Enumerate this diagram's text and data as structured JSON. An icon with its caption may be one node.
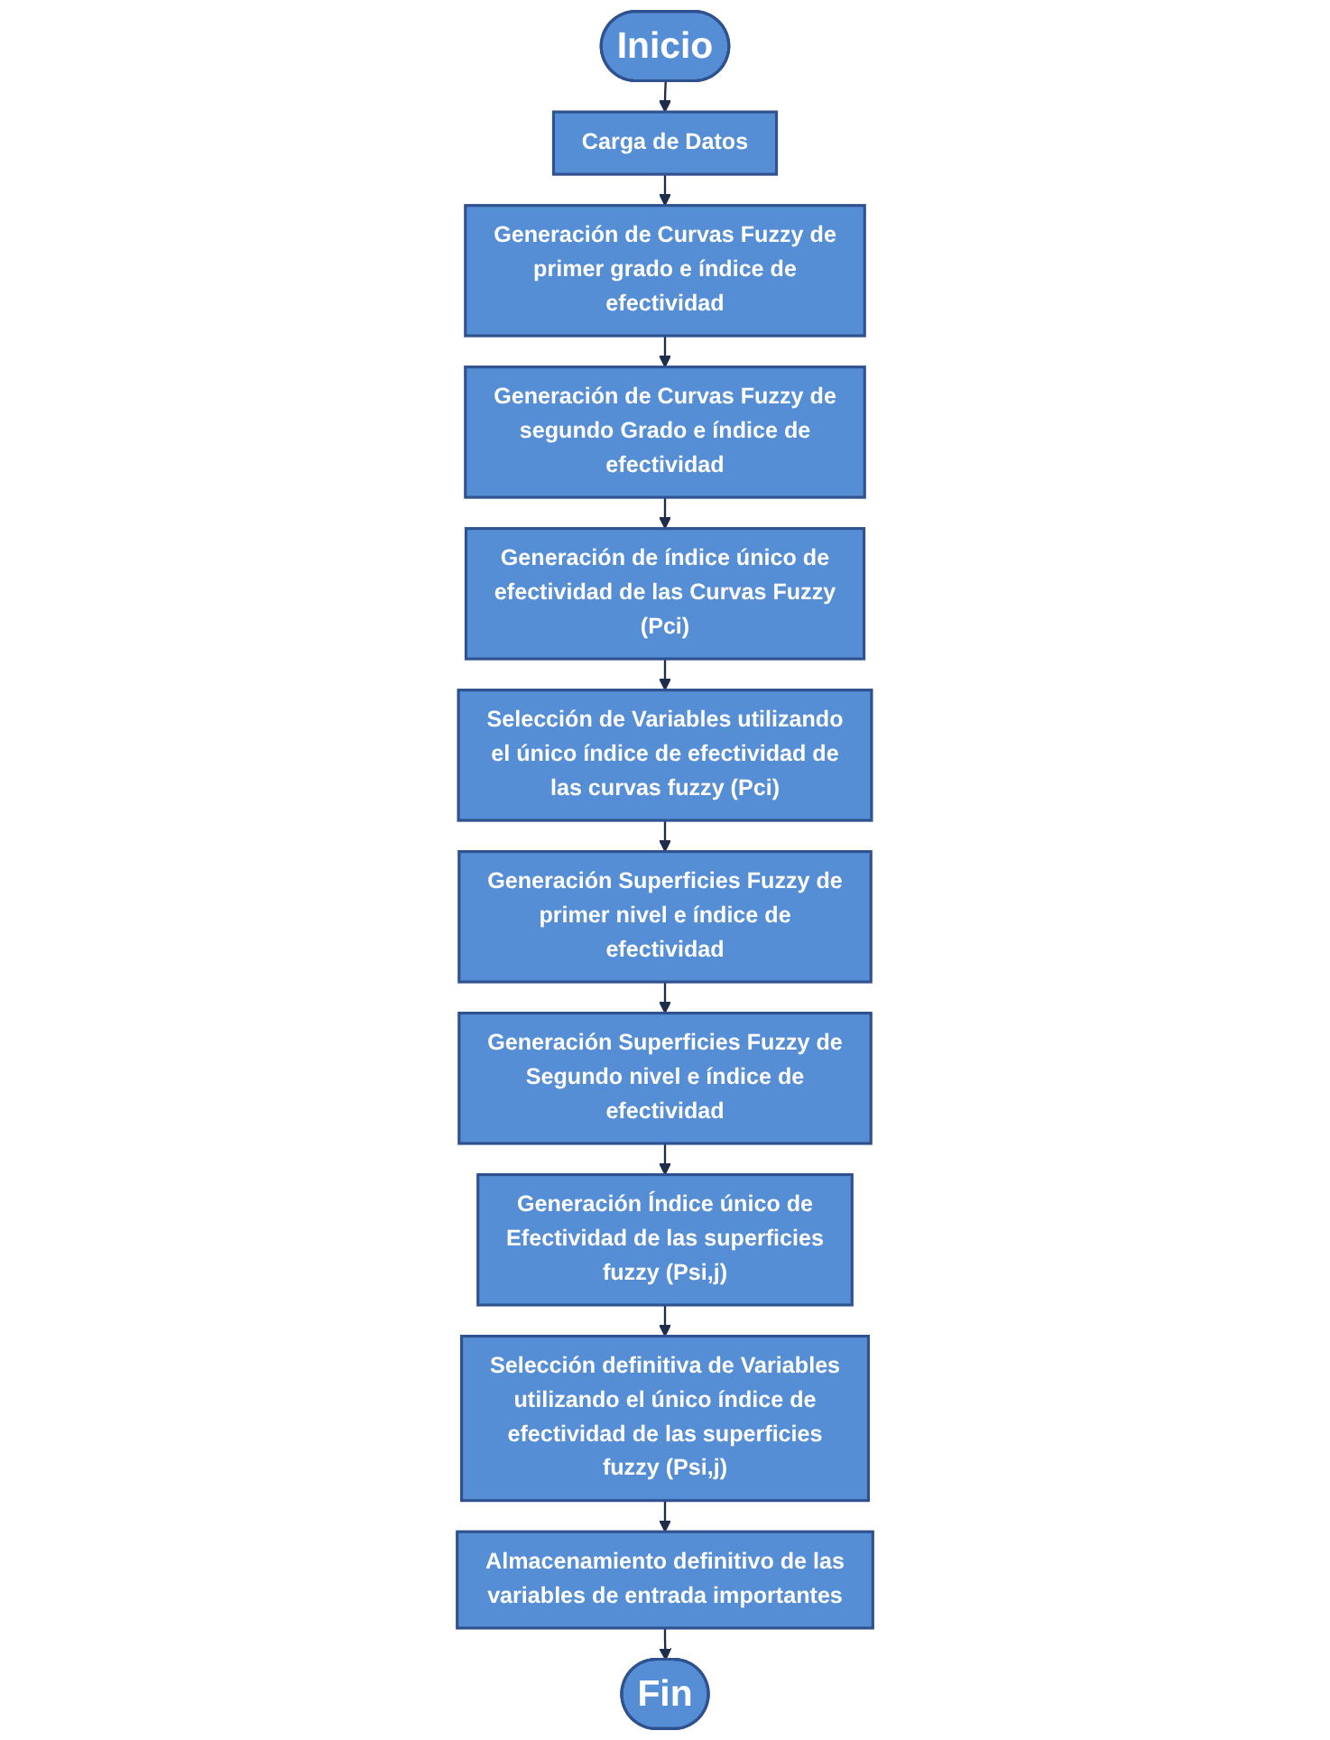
{
  "diagram": {
    "nodes": [
      {
        "text": [
          "Inicio"
        ]
      },
      {
        "text": [
          "Carga de Datos"
        ]
      },
      {
        "text": [
          "Generación de Curvas Fuzzy de primer grado e índice de efectividad"
        ]
      },
      {
        "text": [
          "Generación de Curvas Fuzzy de segundo Grado e índice de efectividad"
        ]
      },
      {
        "text": [
          "Generación de índice único de efectividad de las Curvas Fuzzy (Pci)"
        ]
      },
      {
        "text": [
          "Selección de Variables utilizando el único índice de efectividad de las curvas fuzzy (Pci)"
        ]
      },
      {
        "text": [
          "Generación Superficies Fuzzy de primer nivel e índice de efectividad"
        ]
      },
      {
        "text": [
          "Generación Superficies Fuzzy de Segundo nivel e índice de efectividad"
        ]
      },
      {
        "text": [
          "Generación Índice único de Efectividad de las superficies fuzzy (Psi,j)"
        ]
      },
      {
        "text": [
          "Selección definitiva de Variables utilizando el único índice de efectividad de las superficies fuzzy (Psi,j)"
        ]
      },
      {
        "text": [
          "Almacenamiento definitivo de las variables de entrada importantes"
        ]
      },
      {
        "text": [
          "Fin"
        ]
      }
    ],
    "edges": [
      {
        "from": 0,
        "to": 1,
        "arrow": "to"
      },
      {
        "from": 1,
        "to": 2,
        "arrow": "to"
      },
      {
        "from": 2,
        "to": 3,
        "arrow": "to"
      },
      {
        "from": 3,
        "to": 4,
        "arrow": "to"
      },
      {
        "from": 4,
        "to": 5,
        "arrow": "to"
      },
      {
        "from": 5,
        "to": 6,
        "arrow": "to"
      },
      {
        "from": 6,
        "to": 7,
        "arrow": "to"
      },
      {
        "from": 7,
        "to": 8,
        "arrow": "to"
      },
      {
        "from": 8,
        "to": 9,
        "arrow": "to"
      },
      {
        "from": 9,
        "to": 10,
        "arrow": "to"
      },
      {
        "from": 10,
        "to": 11,
        "arrow": "to"
      }
    ]
  }
}
